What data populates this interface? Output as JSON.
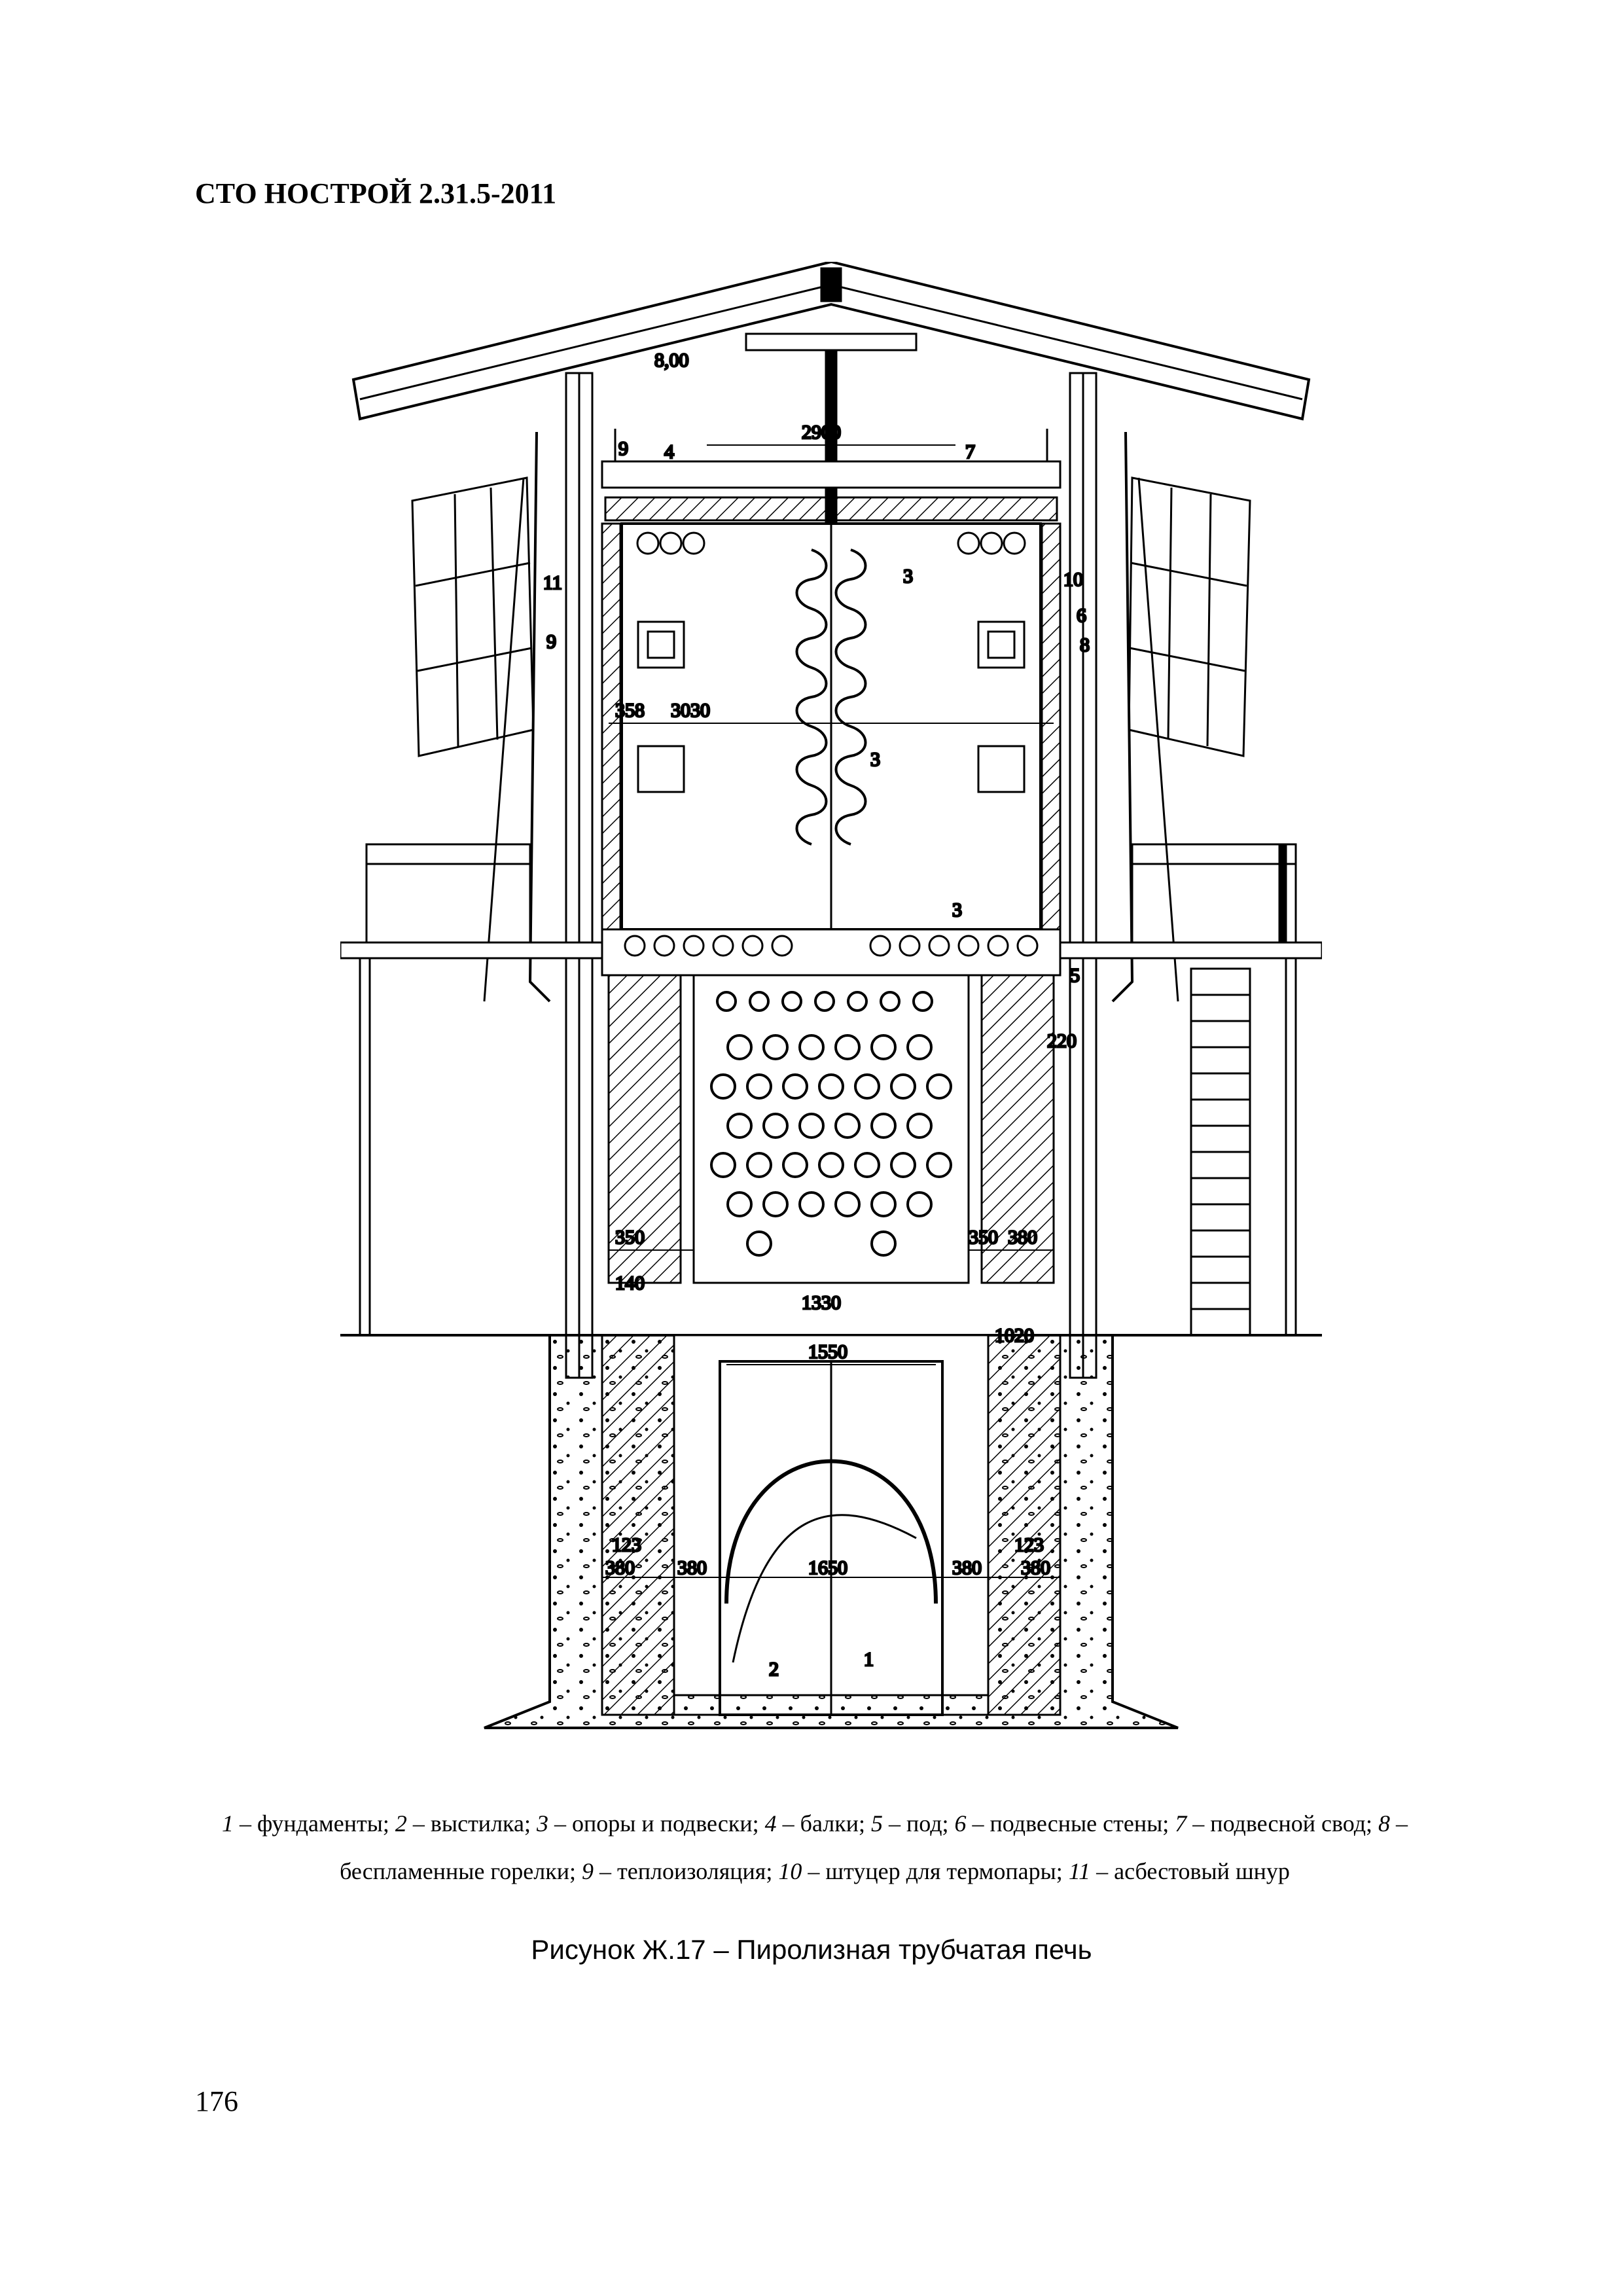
{
  "header": {
    "title": "СТО НОСТРОЙ 2.31.5-2011"
  },
  "figure": {
    "labels": {
      "elevation": "8,00",
      "dim_2900": "2900",
      "dim_358": "358",
      "dim_3030": "3030",
      "dim_220": "220",
      "dim_350_left": "350",
      "dim_350_right": "350",
      "dim_380_right": "380",
      "dim_140": "140",
      "dim_1330": "1330",
      "dim_1550": "1550",
      "dim_1020": "1020",
      "dim_123_left": "123",
      "dim_123_right": "123",
      "dim_380_a": "380",
      "dim_380_b": "380",
      "dim_1650": "1650",
      "dim_380_c": "380",
      "dim_380_d": "380",
      "n1": "1",
      "n2": "2",
      "n3a": "3",
      "n3b": "3",
      "n3c": "3",
      "n4": "4",
      "n5": "5",
      "n6": "6",
      "n7": "7",
      "n8": "8",
      "n9a": "9",
      "n9b": "9",
      "n10": "10",
      "n11": "11"
    }
  },
  "legend": [
    {
      "num": "1",
      "text": " – фундаменты; "
    },
    {
      "num": "2",
      "text": " – выстилка; "
    },
    {
      "num": "3",
      "text": " – опоры и подвески; "
    },
    {
      "num": "4",
      "text": " – балки; "
    },
    {
      "num": "5",
      "text": " – под; "
    },
    {
      "num": "6",
      "text": " – подвесные стены;  "
    },
    {
      "num": "7",
      "text": " – подвесной свод; "
    },
    {
      "num": "8",
      "text": " – беспламенные горелки; "
    },
    {
      "num": "9",
      "text": " – теплоизоляция; "
    },
    {
      "num": "10",
      "text": " – штуцер для термопары; "
    },
    {
      "num": "11",
      "text": " – асбестовый шнур"
    }
  ],
  "caption": "Рисунок  Ж.17 – Пиролизная трубчатая печь",
  "page_number": "176"
}
